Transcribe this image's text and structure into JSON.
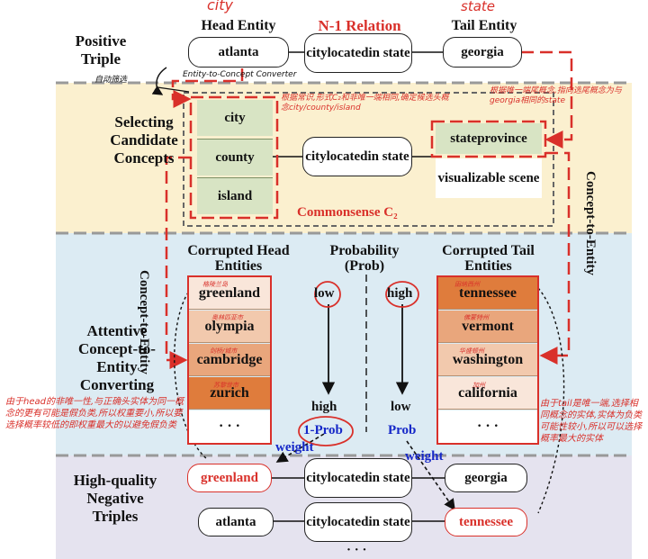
{
  "rows": {
    "positive": "Positive Triple",
    "selecting": "Selecting Candidate Concepts",
    "attentive": "Attentive Concept-to-Entity Converting",
    "negative": "High-quality Negative Triples"
  },
  "headers": {
    "head_entity": "Head Entity",
    "relation": "N-1 Relation",
    "tail_entity": "Tail Entity"
  },
  "positive": {
    "head": "atlanta",
    "relation": "citylocatedin state",
    "tail": "georgia"
  },
  "concepts": {
    "head": [
      "city",
      "county",
      "island"
    ],
    "tail": [
      "stateprovince",
      "visualizable scene"
    ]
  },
  "commonsense": {
    "relation": "citylocatedin state",
    "label": "Commonsense C₂"
  },
  "labels": {
    "concept_to_entity": "Concept-to-Entity"
  },
  "attentive": {
    "corrupted_head": "Corrupted Head Entities",
    "probability": "Probability (Prob)",
    "corrupted_tail": "Corrupted Tail Entities",
    "head_list": [
      "greenland",
      "olympia",
      "cambridge",
      "zurich",
      "· · ·"
    ],
    "tail_list": [
      "tennessee",
      "vermont",
      "washington",
      "california",
      "· · ·"
    ],
    "left_top": "low",
    "right_top": "high",
    "left_bottom": "high",
    "right_bottom": "low",
    "one_minus_prob": "1-Prob",
    "prob": "Prob",
    "weight": "weight"
  },
  "negatives": [
    {
      "head": "greenland",
      "relation": "citylocatedin state",
      "tail": "georgia"
    },
    {
      "head": "atlanta",
      "relation": "citylocatedin state",
      "tail": "tennessee"
    }
  ],
  "negatives_more": "· · ·",
  "annotations": {
    "city": "city",
    "state": "state",
    "auto_filter": "自动筛选",
    "e2c": "Entity-to-Concept Converter",
    "filter_note": "根据常识,形式C₂和非唯一端相同,确定候选头概念city/county/island",
    "rel_note": "根据唯一端尾概念,指向选尾概念为与georgia相同的state",
    "head_note": "由于head的非唯一性,与正确头实体为同一概念的更有可能是假负类,所以权重要小,所以要选择概率较低的即权重最大的以避免假负类",
    "tail_note": "由于tail是唯一端,选择相同概念的实体,实体为负类可能性较小,所以可以选择概率最大的实体",
    "greenland": "格陵兰岛",
    "olympia": "奥林匹亚市",
    "cambridge": "剑桥/城市",
    "zurich": "苏黎世市",
    "tennessee": "田纳西州",
    "vermont": "佛蒙特州",
    "washington": "华盛顿州",
    "california": "加州"
  }
}
